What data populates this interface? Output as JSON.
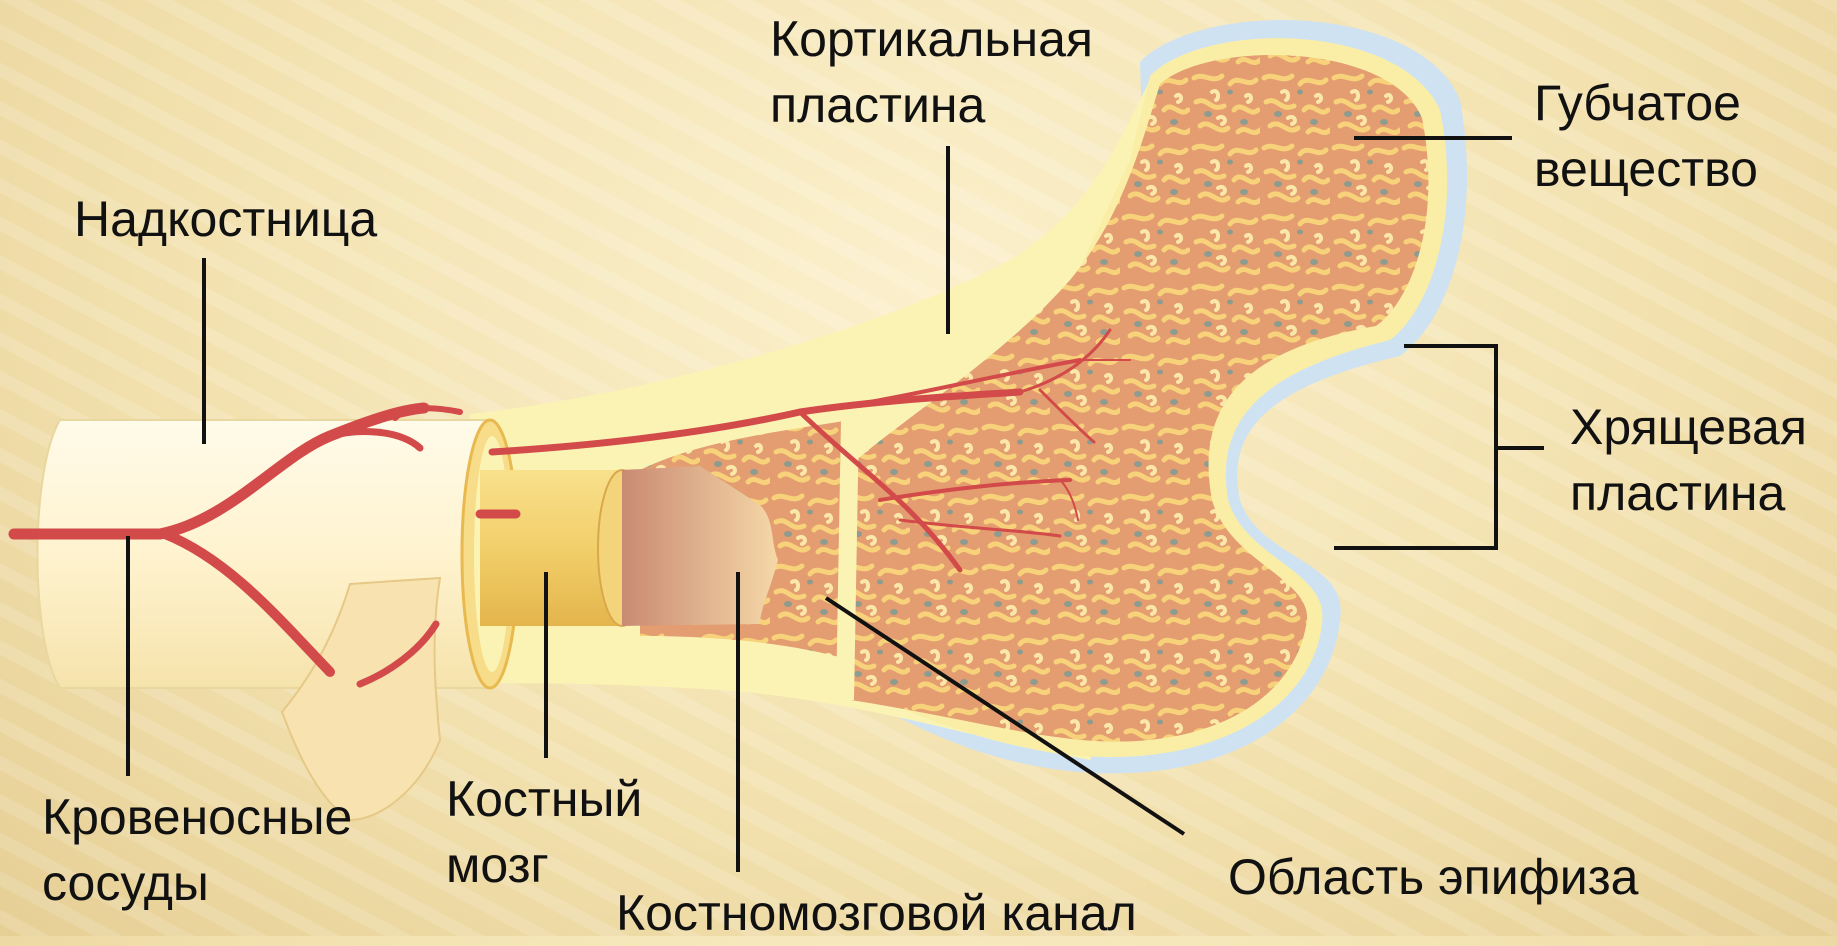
{
  "labels": {
    "cortical": [
      "Кортикальная",
      "пластина"
    ],
    "spongy": [
      "Губчатое",
      "вещество"
    ],
    "periosteum": "Надкостница",
    "cartilage": [
      "Хрящевая",
      "пластина"
    ],
    "vessels": [
      "Кровеносные",
      "сосуды"
    ],
    "marrow": [
      "Костный",
      "мозг"
    ],
    "canal": "Костномозговой канал",
    "epiphysis": "Область эпифиза"
  },
  "colors": {
    "background": "#f3e2b0",
    "bone_shaft": "#fff4d0",
    "cortical": "#fbf3b4",
    "cartilage": "#cfe2f2",
    "spongy": "#e0a070",
    "marrow": "#f2cf6a",
    "vessel": "#d24a4a",
    "line": "#111111"
  }
}
